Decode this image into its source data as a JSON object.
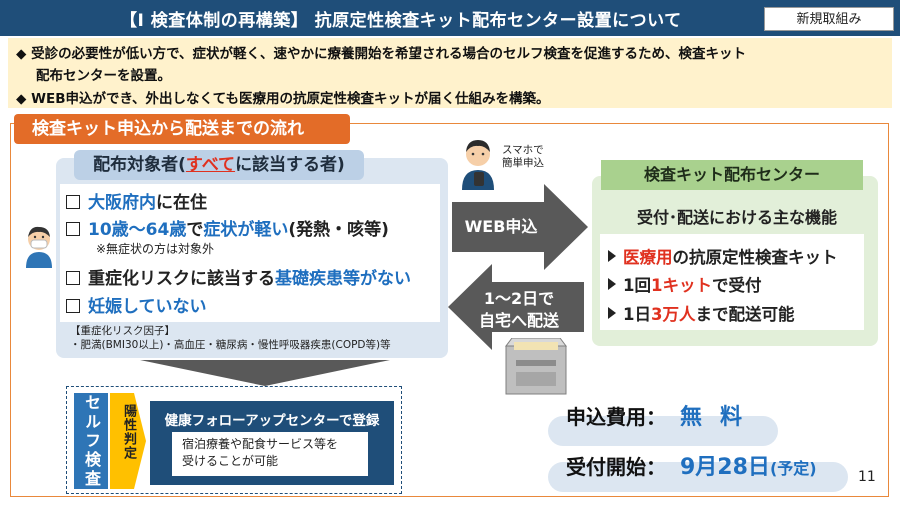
{
  "header": {
    "title": "【Ⅰ 検査体制の再構築】 抗原定性検査キット配布センター設置について",
    "badge": "新規取組み"
  },
  "intro": {
    "line1": "◆ 受診の必要性が低い方で、症状が軽く、速やかに療養開始を希望される場合のセルフ検査を促進するため、検査キット",
    "line2": "配布センターを設置。",
    "line3": "◆ WEB申込ができ、外出しなくても医療用の抗原定性検査キットが届く仕組みを構築。"
  },
  "flow": {
    "title": "検査キット申込から配送までの流れ"
  },
  "target": {
    "header_pre": "配布対象者(",
    "header_hl": "すべて",
    "header_post": "に該当する者)",
    "cond1_blue": "大阪府内",
    "cond1_rest": "に在住",
    "cond2_blue1": "10歳～64歳",
    "cond2_mid": "で",
    "cond2_blue2": "症状が軽い",
    "cond2_rest": "(発熱・咳等)",
    "cond2_note": "※無症状の方は対象外",
    "cond3_pre": "重症化リスクに該当する",
    "cond3_blue": "基礎疾患等がない",
    "cond4_blue": "妊娠していない",
    "risk_title": "【重症化リスク因子】",
    "risk_body": "・肥満(BMI30以上)・高血圧・糖尿病・慢性呼吸器疾患(COPD等)等"
  },
  "smartphone": {
    "line1": "スマホで",
    "line2": "簡単申込"
  },
  "arrows": {
    "web": "WEB申込",
    "return_line1": "1～2日で",
    "return_line2": "自宅へ配送"
  },
  "center": {
    "header": "検査キット配布センター",
    "sub": "受付･配送における主な機能",
    "f1_red": "医療用",
    "f1_rest": "の抗原定性検査キット",
    "f2_pre": "1回",
    "f2_red": "1キット",
    "f2_rest": "で受付",
    "f3_pre": "1日",
    "f3_red": "3万人",
    "f3_rest": "まで配送可能"
  },
  "self_test": {
    "label": "セルフ検査",
    "positive": "陽性判定",
    "followup_title": "健康フォローアップセンターで登録",
    "followup_line1": "宿泊療養や配食サービス等を",
    "followup_line2": "受けることが可能"
  },
  "fee": {
    "label": "申込費用：",
    "value": "無料"
  },
  "start": {
    "label": "受付開始：",
    "value": "9月28日",
    "note": "(予定)"
  },
  "page_number": "11",
  "colors": {
    "navy": "#1f4e79",
    "orange": "#e36c28",
    "accent_blue": "#1f6fbf",
    "accent_red": "#e0311f",
    "green": "#a9d18e"
  }
}
